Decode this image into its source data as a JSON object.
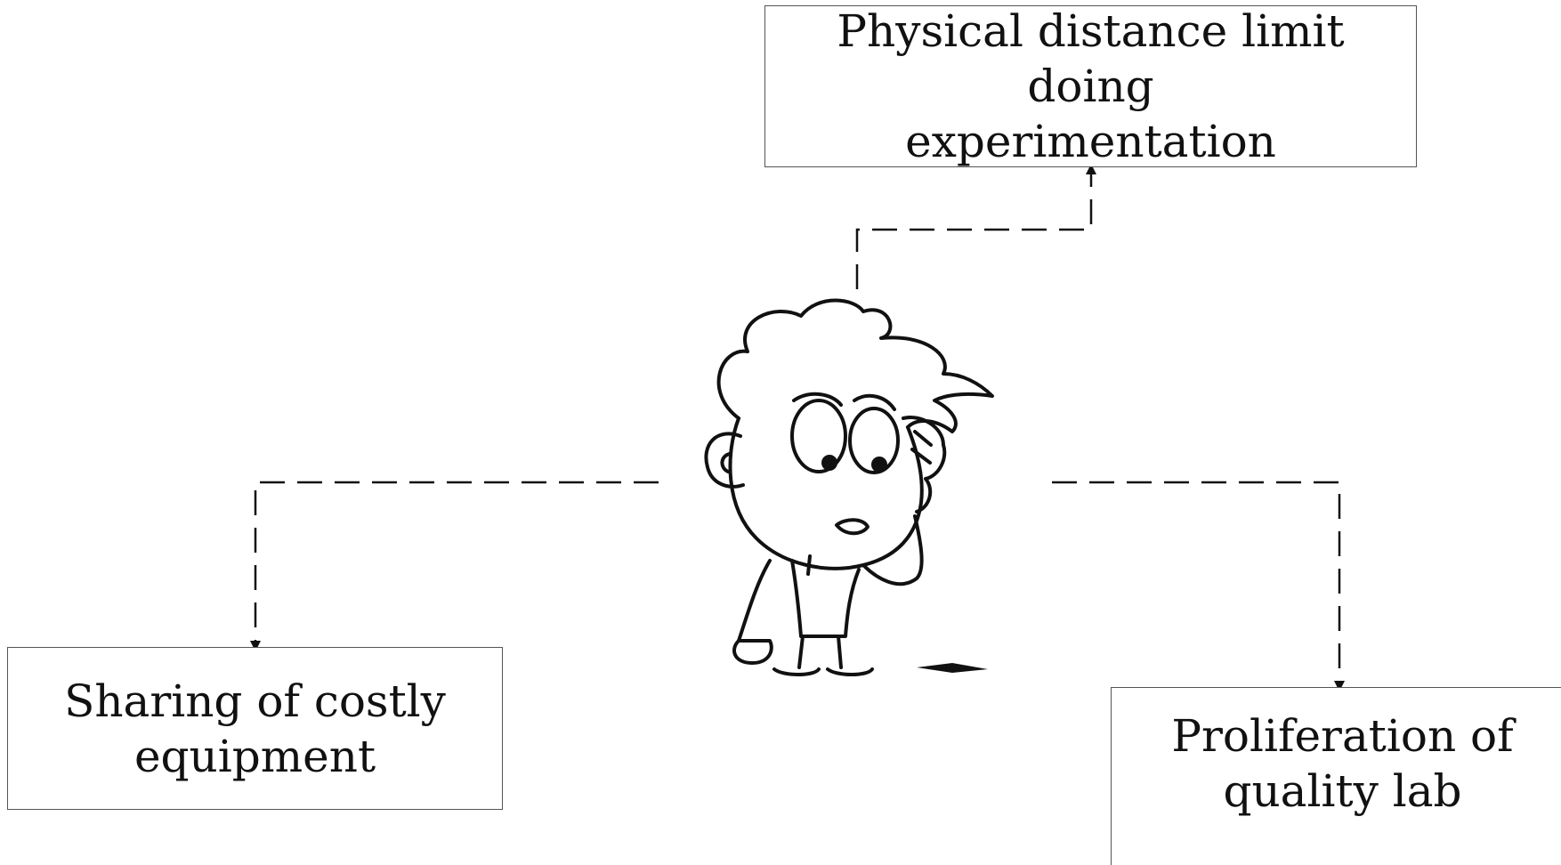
{
  "diagram": {
    "center": {
      "icon": "confused-boy-illustration"
    },
    "nodes": {
      "top": {
        "line1": "Physical distance limit doing",
        "line2": "experimentation"
      },
      "left": {
        "line1": "Sharing of costly",
        "line2": "equipment"
      },
      "right": {
        "line1": "Proliferation of",
        "line2": "quality lab"
      }
    },
    "colors": {
      "line": "#111111",
      "box_border": "#555555",
      "text": "#111111"
    }
  }
}
